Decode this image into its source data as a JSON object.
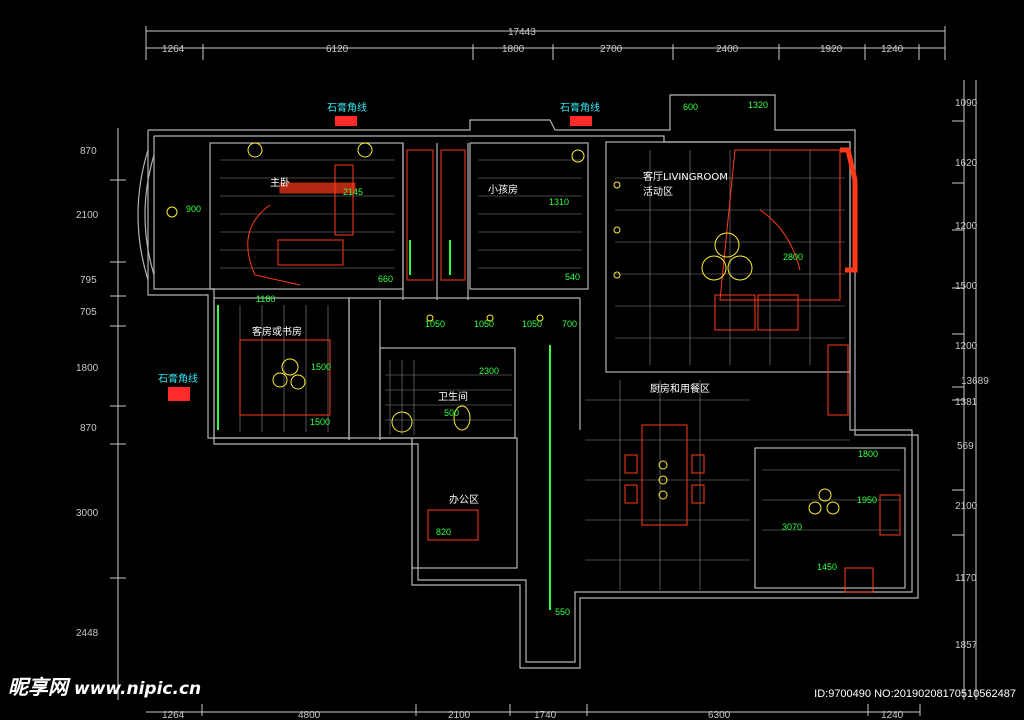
{
  "drawing": {
    "top_dims": {
      "total": "17443",
      "segments": [
        "1264",
        "6120",
        "1800",
        "2700",
        "2400",
        "1920",
        "1240"
      ]
    },
    "bottom_dims": [
      "1264",
      "4800",
      "2100",
      "1740",
      "6300",
      "1240"
    ],
    "left_dims": [
      "870",
      "2100",
      "795",
      "705",
      "1800",
      "870",
      "3000",
      "2448"
    ],
    "right_dims": {
      "total": "13689",
      "segments": [
        "1090",
        "1620",
        "1200",
        "1500",
        "1200",
        "1381",
        "569",
        "2100",
        "1170",
        "1857"
      ]
    },
    "rooms": {
      "master_bedroom": "主卧",
      "kids_room": "小孩房",
      "living_room": "客厅LIVINGROOM",
      "activity_area": "活动区",
      "guest_study": "客房或书房",
      "bathroom": "卫生间",
      "kitchen_dining": "厨房和用餐区",
      "office": "办公区"
    },
    "annotations": {
      "plaster_cornice": "石膏角线"
    },
    "dimensions": [
      "2145",
      "1310",
      "2800",
      "1500",
      "1050",
      "1050",
      "1050",
      "700",
      "550",
      "1950",
      "1800",
      "3070",
      "1180",
      "900",
      "1500",
      "600",
      "540",
      "660",
      "820",
      "500",
      "1450",
      "2300",
      "1320"
    ]
  },
  "colors": {
    "wall": "#b4b4b4",
    "furniture": "#ff3a1a",
    "light": "#ffee33",
    "text_dim": "#33ff44",
    "text_note": "#33e6f0"
  },
  "watermark": {
    "logo": "昵享网",
    "site": "www.nipic.cn",
    "id": "ID:9700490 NO:20190208170510562487"
  }
}
